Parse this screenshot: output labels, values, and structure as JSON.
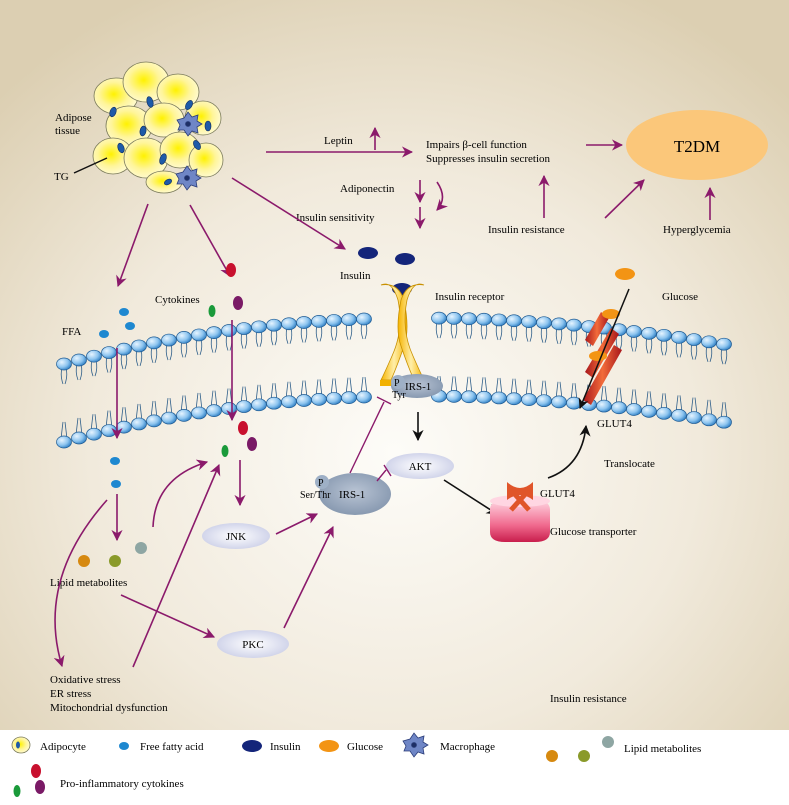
{
  "labels": {
    "adipose": "Adipose",
    "tissue": "tissue",
    "tg": "TG",
    "leptin": "Leptin",
    "impairs": "Impairs β-cell function",
    "suppresses": "Suppresses insulin secretion",
    "t2dm": "T2DM",
    "adiponectin": "Adiponectin",
    "insulin_sensitivity": "Insulin sensitivity",
    "insulin_resistance_top": "Insulin resistance",
    "hyperglycemia": "Hyperglycemia",
    "insulin": "Insulin",
    "insulin_receptor": "Insulin receptor",
    "glucose": "Glucose",
    "cytokines": "Cytokines",
    "ffa": "FFA",
    "p_tyr": "P",
    "tyr": "Tyr",
    "irs1_top": "IRS-1",
    "glut4_membrane": "GLUT4",
    "translocate": "Translocate",
    "akt": "AKT",
    "p_ser": "P",
    "ser_thr": "Ser/Thr",
    "irs1_lower": "IRS-1",
    "jnk": "JNK",
    "glut4_vesicle": "GLUT4",
    "glucose_transporter": "Glucose transporter",
    "lipid_metabolites": "Lipid metabolites",
    "pkc": "PKC",
    "oxidative_stress": "Oxidative stress",
    "er_stress": "ER stress",
    "mito_dysfunction": "Mitochondrial dysfunction",
    "insulin_resistance_bottom": "Insulin resistance"
  },
  "legend": {
    "adipocyte": "Adipocyte",
    "free_fatty_acid": "Free fatty acid",
    "insulin": "Insulin",
    "glucose": "Glucose",
    "macrophage": "Macrophage",
    "lipid_metabolites": "Lipid metabolites",
    "pro_inflammatory_cytokines": "Pro-inflammatory cytokines"
  },
  "colors": {
    "arrow": "#8b1a6b",
    "insulin": "#14257a",
    "glucose": "#f39414",
    "t2dm": "#fbc77a",
    "background_center": "#fdfcf8",
    "background_edge": "#e3d7bd",
    "membrane": "#7fb4e4",
    "cytokine_red": "#c8102e",
    "cytokine_purple": "#7a1a66",
    "cytokine_green": "#1a9a3a"
  }
}
